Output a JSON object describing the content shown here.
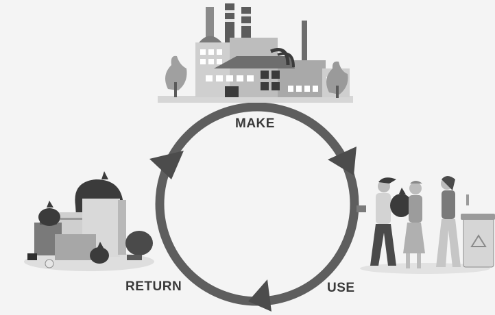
{
  "diagram": {
    "stages": [
      {
        "id": "make",
        "label": "MAKE",
        "illustration": "factory-icon"
      },
      {
        "id": "use",
        "label": "USE",
        "illustration": "people-carrying-waste-icon"
      },
      {
        "id": "return",
        "label": "RETURN",
        "illustration": "waste-pile-icon"
      }
    ],
    "cycle_arrows": [
      "arrowhead-right",
      "arrowhead-bottom",
      "arrowhead-left"
    ],
    "colors": {
      "ring": "#5e5e5e",
      "background": "#f4f4f4",
      "illustration_dark": "#3b3b3b",
      "illustration_light": "#c9c9c9"
    }
  }
}
